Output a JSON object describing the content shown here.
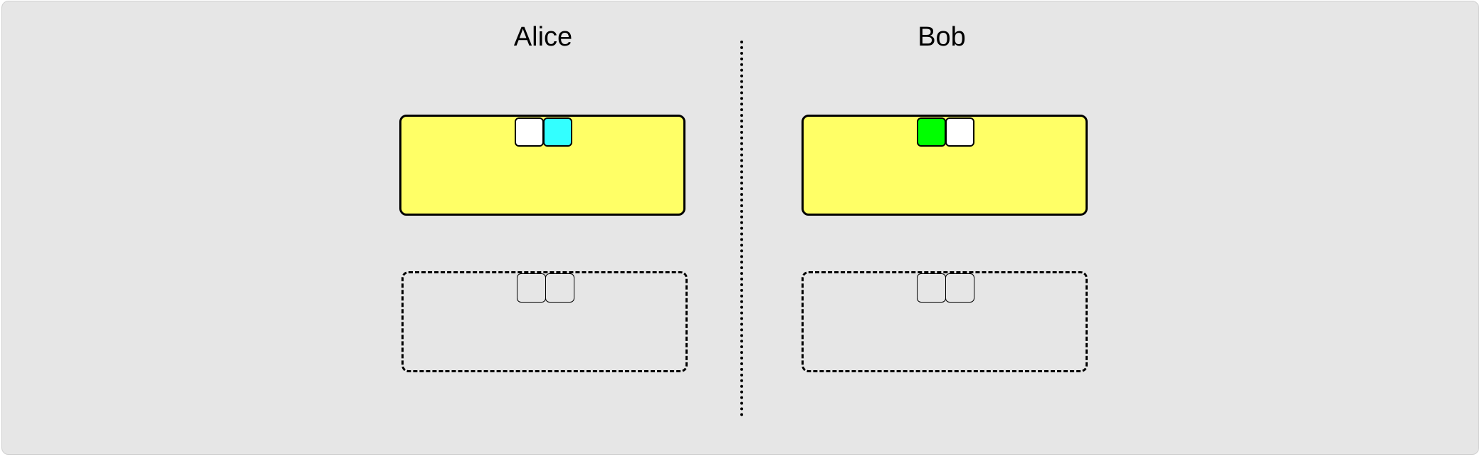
{
  "people": [
    {
      "name": "Alice",
      "top_box_slots": [
        {
          "color": "#ffffff"
        },
        {
          "color": "#33ffff"
        }
      ],
      "bottom_box_slots": [
        {
          "color": "transparent"
        },
        {
          "color": "transparent"
        }
      ]
    },
    {
      "name": "Bob",
      "top_box_slots": [
        {
          "color": "#00ff00"
        },
        {
          "color": "#ffffff"
        }
      ],
      "bottom_box_slots": [
        {
          "color": "transparent"
        },
        {
          "color": "transparent"
        }
      ]
    }
  ],
  "colors": {
    "background": "#e6e6e6",
    "box_fill": "#ffff66",
    "stroke": "#000000"
  }
}
